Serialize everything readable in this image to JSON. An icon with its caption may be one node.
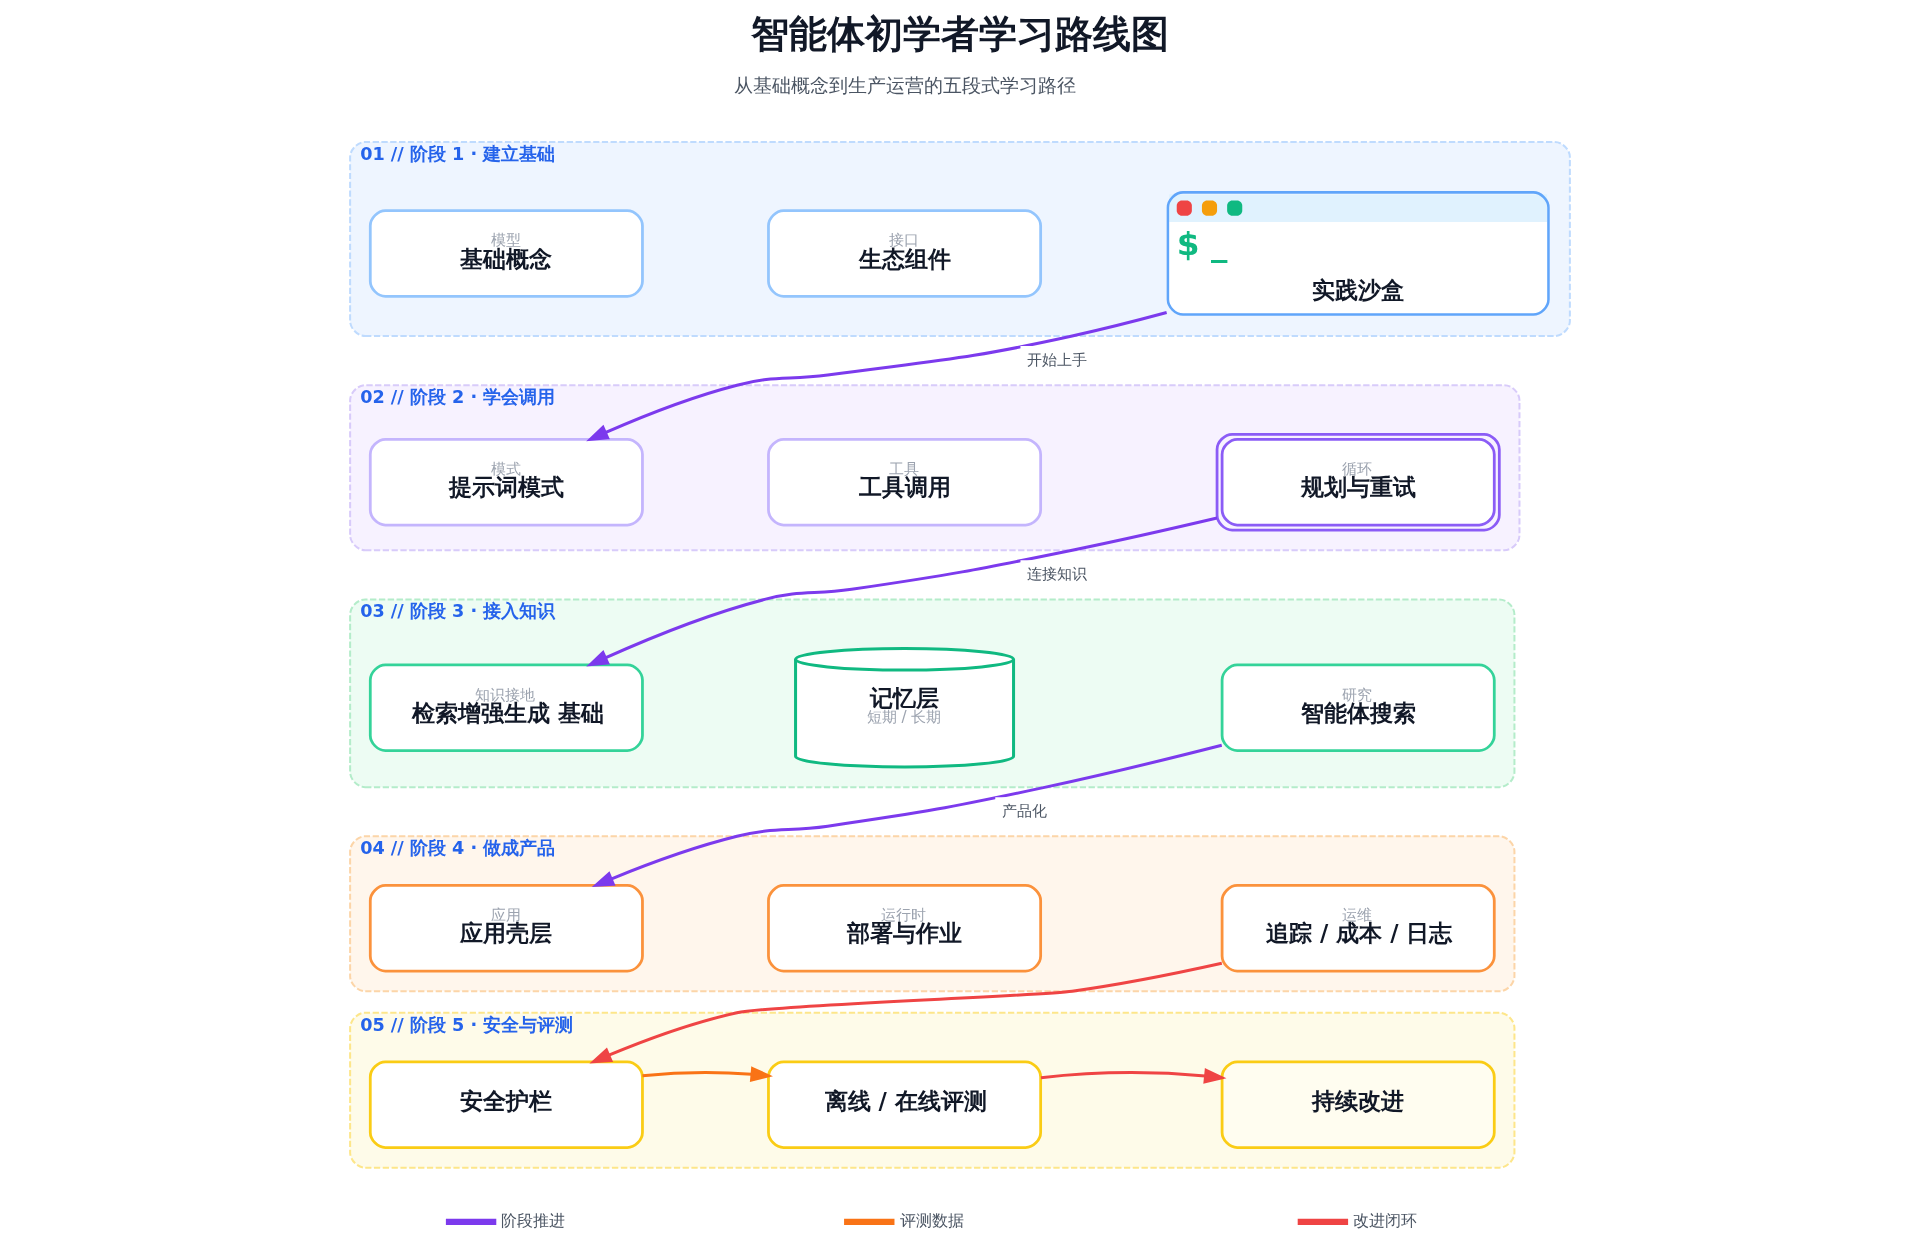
{
  "diagram": {
    "title": "智能体初学者学习路线图",
    "nodes": [
      {
        "text": [
          "01 // 阶段 1 · 建立基础"
        ]
      },
      {
        "text": [
          "模型",
          "基础概念"
        ],
        "in": 0
      },
      {
        "text": [
          "接口",
          "生态组件"
        ],
        "in": 0
      },
      {
        "text": [
          "$ _",
          "实践沙盒"
        ],
        "in": 0
      },
      {
        "text": [
          "02 // 阶段 2 · 学会调用"
        ]
      },
      {
        "text": [
          "模式",
          "提示词模式"
        ],
        "in": 4
      },
      {
        "text": [
          "工具",
          "工具调用"
        ],
        "in": 4
      },
      {
        "text": [
          "循环",
          "规划与重试"
        ],
        "in": 4
      },
      {
        "text": [
          "03 // 阶段 3 · 接入知识"
        ]
      },
      {
        "text": [
          "知识接地",
          "检索增强生成 基础"
        ],
        "in": 8
      },
      {
        "text": [
          "记忆层",
          "短期 / 长期"
        ],
        "in": 8
      },
      {
        "text": [
          "研究",
          "智能体搜索"
        ],
        "in": 8
      },
      {
        "text": [
          "04 // 阶段 4 · 做成产品"
        ]
      },
      {
        "text": [
          "应用",
          "应用壳层"
        ],
        "in": 12
      },
      {
        "text": [
          "运行时",
          "部署与作业"
        ],
        "in": 12
      },
      {
        "text": [
          "运维",
          "追踪 / 成本 / 日志"
        ],
        "in": 12
      },
      {
        "text": [
          "05 // 阶段 5 · 安全与评测"
        ]
      },
      {
        "text": [
          "安全护栏"
        ],
        "in": 16
      },
      {
        "text": [
          "离线 / 在线评测"
        ],
        "in": 16
      },
      {
        "text": [
          "持续改进"
        ],
        "in": 16
      }
    ],
    "edges": [
      {
        "from": 3,
        "to": 5,
        "arrow": "to",
        "label": "开始上手"
      },
      {
        "from": 7,
        "to": 9,
        "arrow": "to",
        "label": "连接知识"
      },
      {
        "from": 11,
        "to": 13,
        "arrow": "to",
        "label": "产品化"
      },
      {
        "from": 15,
        "to": 17,
        "arrow": "to",
        "color": "#ef4444"
      },
      {
        "from": 17,
        "to": 18,
        "arrow": "to",
        "color": "#f97316"
      },
      {
        "from": 18,
        "to": 19,
        "arrow": "to",
        "color": "#ef4444"
      }
    ],
    "labels": [
      "从基础概念到生产运营的五段式学习路径"
    ],
    "legend": [
      {
        "text": "阶段推进"
      },
      {
        "text": "评测数据"
      },
      {
        "text": "改进闭环"
      }
    ]
  }
}
